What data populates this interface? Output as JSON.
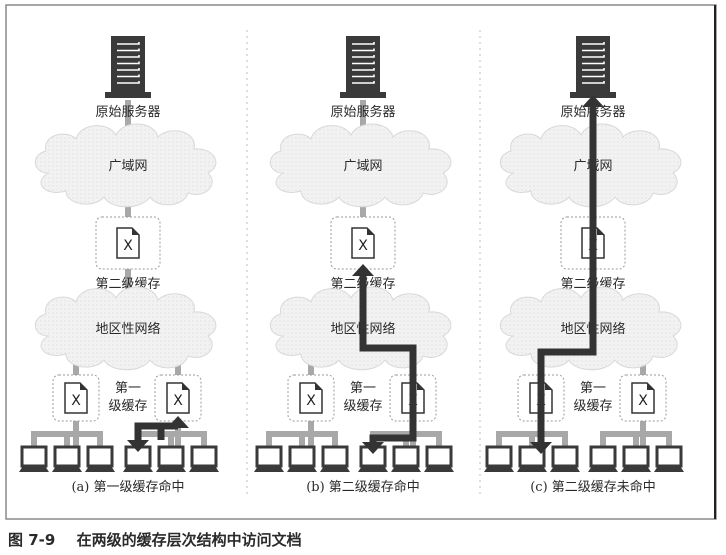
{
  "figure": {
    "number": "图 7-9",
    "title": "在两级的缓存层次结构中访问文档"
  },
  "labels": {
    "origin_server": "原始服务器",
    "wan": "广域网",
    "level2_cache": "第二级缓存",
    "regional_network": "地区性网络",
    "level1_cache_line1": "第一",
    "level1_cache_line2": "级缓存",
    "document_glyph": "X"
  },
  "panels": [
    {
      "id": "a",
      "caption": "(a) 第一级缓存命中",
      "scenario": "level1-hit"
    },
    {
      "id": "b",
      "caption": "(b) 第二级缓存命中",
      "scenario": "level2-hit"
    },
    {
      "id": "c",
      "caption": "(c) 第二级缓存未命中",
      "scenario": "level2-miss"
    }
  ],
  "colors": {
    "server": "#3a3a3a",
    "link": "#a8a8a8",
    "arrow": "#333333",
    "cloud": "#efefef",
    "frame": "#888888"
  }
}
